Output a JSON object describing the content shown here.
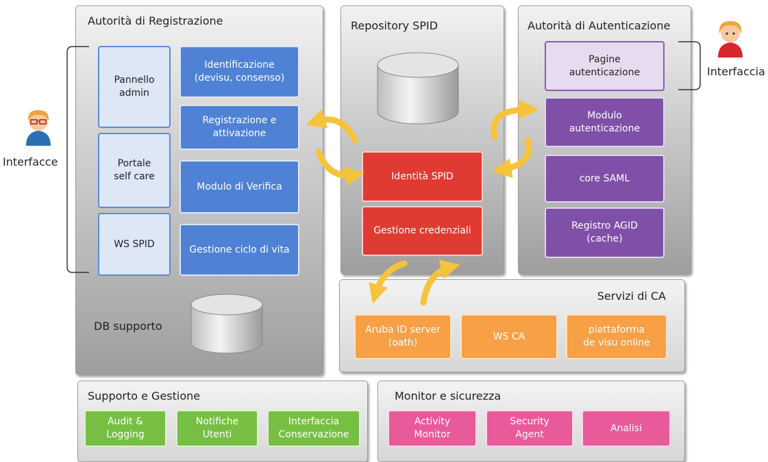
{
  "registrazione": {
    "title": "Autorità di Registrazione",
    "left_boxes": [
      "Pannello\nadmin",
      "Portale\nself care",
      "WS SPID"
    ],
    "right_boxes": [
      "Identificazione\n(devisu, consenso)",
      "Registrazione e\nattivazione",
      "Modulo di Verifica",
      "Gestione ciclo di vita"
    ],
    "db_label": "DB supporto"
  },
  "repository": {
    "title": "Repository SPID",
    "boxes": [
      "Identità SPID",
      "Gestione credenziali"
    ]
  },
  "autenticazione": {
    "title": "Autorità di Autenticazione",
    "boxes": [
      "Pagine\nautenticazione",
      "Modulo\nautenticazione",
      "core SAML",
      "Registro AGID\n(cache)"
    ]
  },
  "servizi_ca": {
    "title": "Servizi di CA",
    "boxes": [
      "Aruba ID server\n(oath)",
      "WS CA",
      "piattaforma\nde visu online"
    ]
  },
  "supporto": {
    "title": "Supporto e Gestione",
    "boxes": [
      "Audit  &\nLogging",
      "Notifiche\nUtenti",
      "Interfaccia\nConservazione"
    ]
  },
  "monitor": {
    "title": "Monitor e sicurezza",
    "boxes": [
      "Activity\nMonitor",
      "Security\nAgent",
      "Analisi"
    ]
  },
  "labels": {
    "interfacce": "Interfacce",
    "interfaccia": "Interfaccia"
  },
  "colors": {
    "blue": "#4f82d4",
    "red": "#e03b33",
    "purple": "#8050a8",
    "orange": "#f7a046",
    "green": "#76bf43",
    "pink": "#e85a9a",
    "arrow": "#f7c33a"
  }
}
